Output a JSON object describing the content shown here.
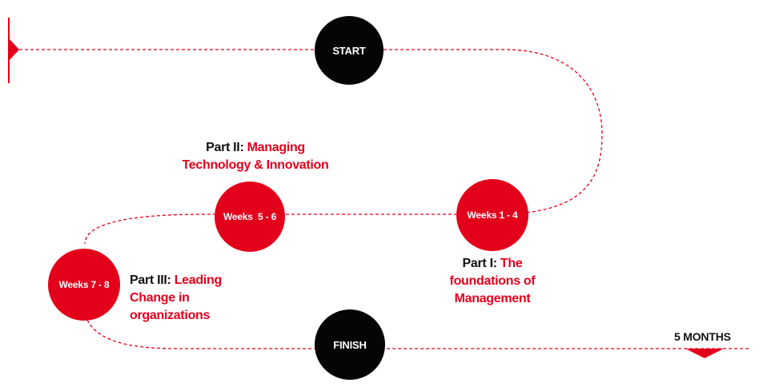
{
  "colors": {
    "accent": "#e3001b",
    "dark": "#050505",
    "text": "#111111",
    "background": "#ffffff"
  },
  "milestones": {
    "start": "START",
    "finish": "FINISH",
    "duration": "5 MONTHS"
  },
  "stages": [
    {
      "weeks": "Weeks 1 - 4",
      "part": "Part I:",
      "title_lines": [
        "The",
        "foundations of",
        "Management"
      ]
    },
    {
      "weeks": "Weeks  5 - 6",
      "part": "Part II:",
      "title_lines": [
        "Managing",
        "Technology & Innovation"
      ]
    },
    {
      "weeks": "Weeks 7 - 8",
      "part": "Part III:",
      "title_lines": [
        "Leading",
        "Change in",
        "organizations"
      ]
    }
  ]
}
